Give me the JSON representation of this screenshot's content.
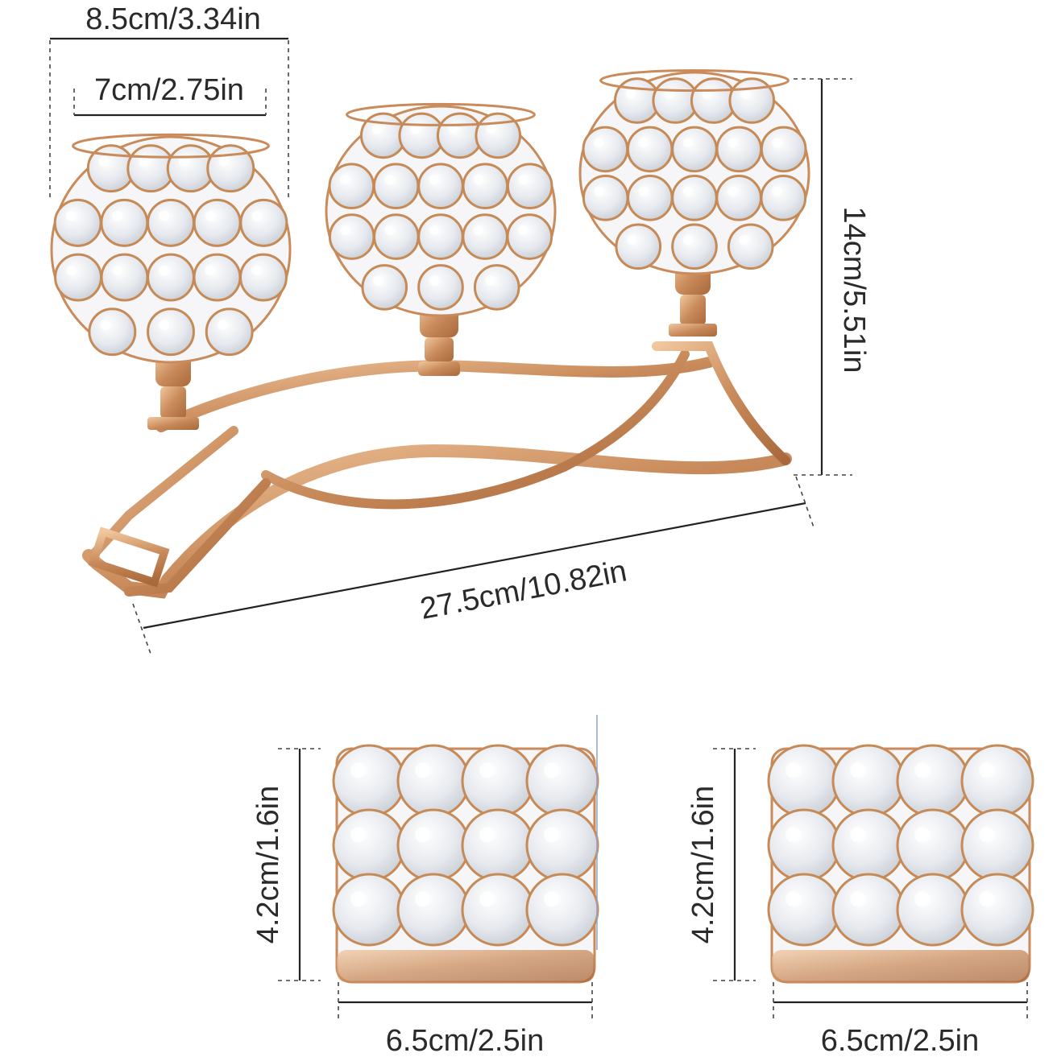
{
  "dimensions": {
    "top_outer_width": "8.5cm/3.34in",
    "top_inner_width": "7cm/2.75in",
    "total_height": "14cm/5.51in",
    "total_length": "27.5cm/10.82in",
    "votive_1_height": "4.2cm/1.6in",
    "votive_1_width": "6.5cm/2.5in",
    "votive_2_height": "4.2cm/1.6in",
    "votive_2_width": "6.5cm/2.5in"
  },
  "colors": {
    "gold": "#c98b5b",
    "gold_light": "#e8b88c",
    "crystal": "#eef0f3",
    "text": "#2a2a2a"
  }
}
